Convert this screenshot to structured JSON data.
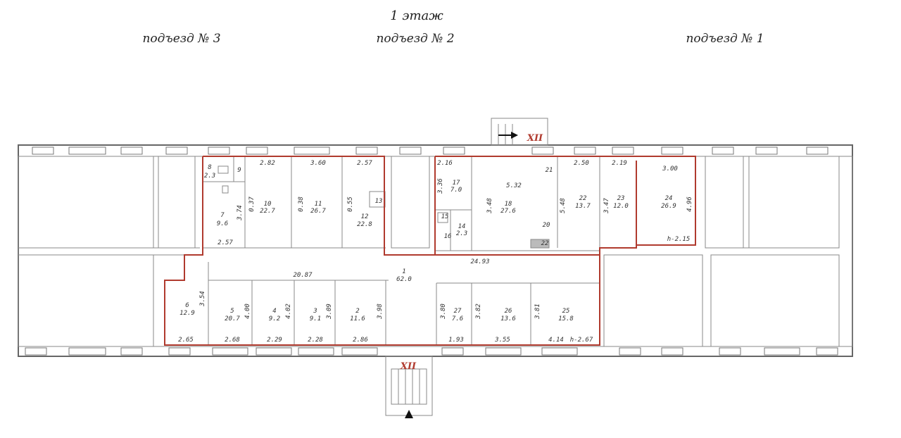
{
  "header": {
    "floor": "1 этаж",
    "entrances": [
      "подъезд № 3",
      "подъезд № 2",
      "подъезд № 1"
    ]
  },
  "markers": {
    "top": "XII",
    "bottom": "XII"
  },
  "rooms": [
    {
      "num": "8",
      "area": "2.3"
    },
    {
      "num": "9",
      "area": ""
    },
    {
      "num": "7",
      "area": "9.6"
    },
    {
      "num": "10",
      "area": "22.7"
    },
    {
      "num": "11",
      "area": "26.7"
    },
    {
      "num": "12",
      "area": "22.8"
    },
    {
      "num": "13",
      "area": ""
    },
    {
      "num": "17",
      "area": "7.0"
    },
    {
      "num": "18",
      "area": "27.6"
    },
    {
      "num": "15",
      "area": ""
    },
    {
      "num": "16",
      "area": "2.3"
    },
    {
      "num": "14",
      "area": ""
    },
    {
      "num": "22",
      "area": "13.7"
    },
    {
      "num": "23",
      "area": "12.0"
    },
    {
      "num": "24",
      "area": "26.9"
    },
    {
      "num": "1",
      "area": "62.0"
    },
    {
      "num": "6",
      "area": "12.9"
    },
    {
      "num": "5",
      "area": "20.7"
    },
    {
      "num": "4",
      "area": "9.2"
    },
    {
      "num": "3",
      "area": "9.1"
    },
    {
      "num": "2",
      "area": "11.6"
    },
    {
      "num": "27",
      "area": "7.6"
    },
    {
      "num": "26",
      "area": "13.6"
    },
    {
      "num": "25",
      "area": "15.8"
    }
  ],
  "dimensions": [
    "2.82",
    "3.60",
    "2.57",
    "2.16",
    "5.32",
    "2.50",
    "2.19",
    "3.00",
    "0.37",
    "0.38",
    "0.55",
    "3.36",
    "3.48",
    "5.48",
    "3.47",
    "4.96",
    "3.74",
    "2.57",
    "h-2.15",
    "24.93",
    "20.87",
    "3.54",
    "4.00",
    "4.02",
    "3.09",
    "3.98",
    "3.80",
    "3.82",
    "3.81",
    "2.65",
    "2.68",
    "2.29",
    "2.28",
    "2.86",
    "1.93",
    "3.55",
    "4.14",
    "h-2.67",
    "21",
    "20",
    "22"
  ]
}
